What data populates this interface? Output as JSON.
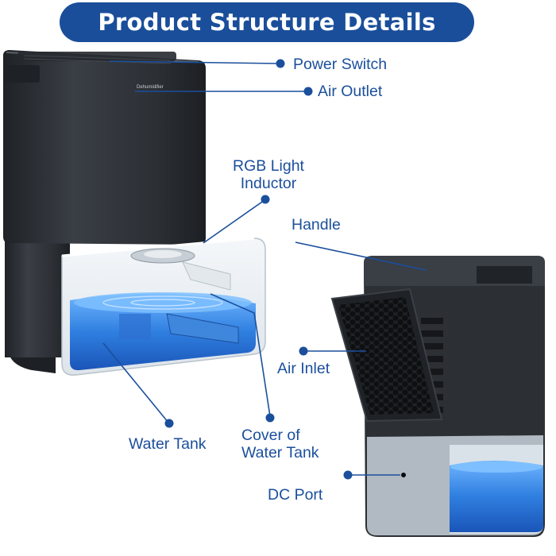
{
  "banner": {
    "title": "Product Structure Details"
  },
  "device_text": "Dehumidifier",
  "labels": {
    "power_switch": "Power Switch",
    "air_outlet": "Air Outlet",
    "rgb_light": "RGB Light\nInductor",
    "handle": "Handle",
    "air_inlet": "Air Inlet",
    "water_tank": "Water Tank",
    "cover_water_tank": "Cover of\nWater Tank",
    "dc_port": "DC Port"
  },
  "colors": {
    "accent": "#1b4f9c",
    "banner": "#1a4e9a",
    "device_body": "#2d3137",
    "water": "#2f7fe0"
  }
}
